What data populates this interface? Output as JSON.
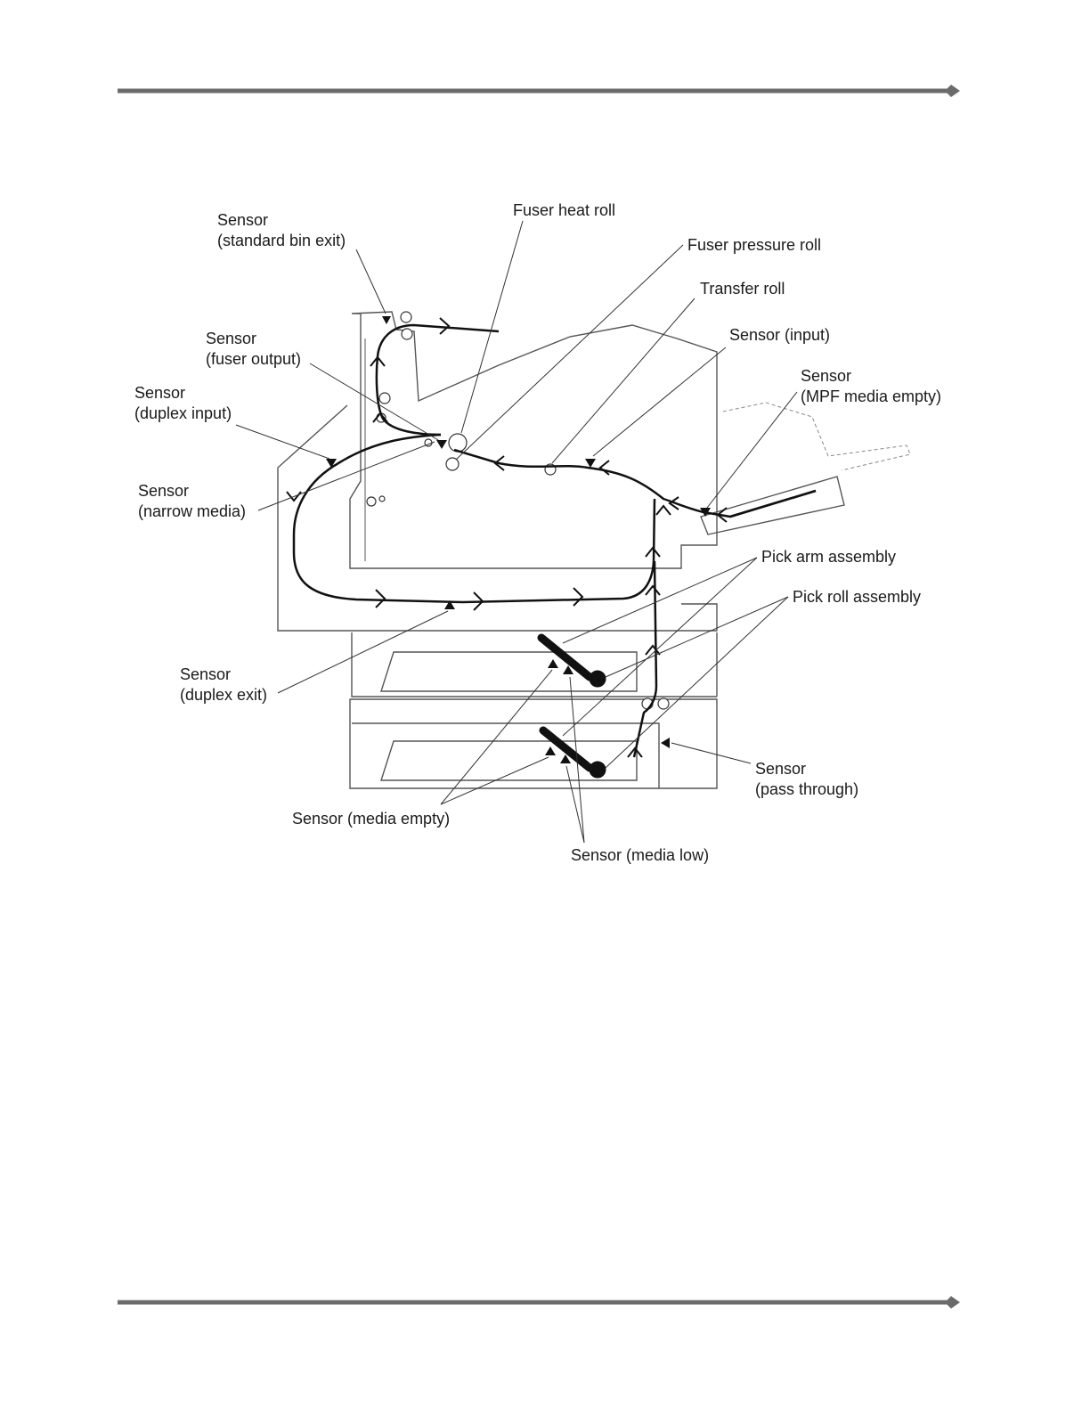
{
  "labels": {
    "sensor_standard_bin_exit": [
      "Sensor",
      "(standard bin exit)"
    ],
    "fuser_heat_roll": "Fuser heat roll",
    "fuser_pressure_roll": "Fuser pressure roll",
    "transfer_roll": "Transfer roll",
    "sensor_input": "Sensor (input)",
    "sensor_fuser_output": [
      "Sensor",
      "(fuser output)"
    ],
    "sensor_mpf_media_empty": [
      "Sensor",
      "(MPF media empty)"
    ],
    "sensor_duplex_input": [
      "Sensor",
      "(duplex input)"
    ],
    "sensor_narrow_media": [
      "Sensor",
      "(narrow media)"
    ],
    "pick_arm_assembly": "Pick arm assembly",
    "pick_roll_assembly": "Pick roll assembly",
    "sensor_duplex_exit": [
      "Sensor",
      "(duplex exit)"
    ],
    "sensor_pass_through": [
      "Sensor",
      "(pass through)"
    ],
    "sensor_media_empty": "Sensor (media empty)",
    "sensor_media_low": "Sensor (media low)"
  },
  "colors": {
    "rule": "#6b6b6b",
    "outline": "#555555",
    "path": "#111111",
    "label": "#1a1a1a"
  }
}
